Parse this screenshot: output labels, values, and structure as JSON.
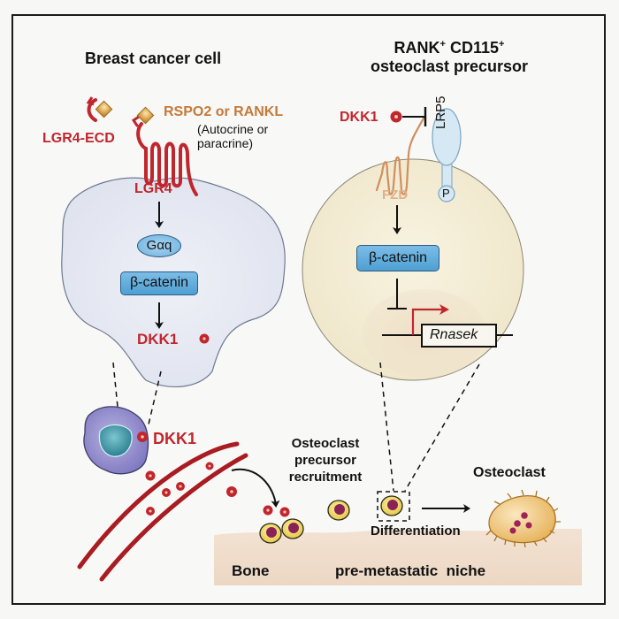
{
  "figure": {
    "type": "graphical-abstract",
    "panels": {
      "cancer_cell": {
        "title": "Breast cancer cell",
        "ligand_label": "RSPO2 or RANKL",
        "ligand_note_line1": "(Autocrine or",
        "ligand_note_line2": "paracrine)",
        "decoy_label": "LGR4-ECD",
        "receptor_label": "LGR4",
        "signal_1": "Gαq",
        "signal_2": "β-catenin",
        "output_label": "DKK1"
      },
      "precursor_cell": {
        "title_line1": "RANK",
        "title_sup1": "+",
        "title_mid": " CD115",
        "title_sup2": "+",
        "title_line2": "osteoclast precursor",
        "inhibitor_label": "DKK1",
        "coreceptor_label": "LRP5",
        "phospho_label": "P",
        "receptor_label": "FZD",
        "signal_label": "β-catenin",
        "gene_label": "Rnasek"
      },
      "bottom": {
        "secreted_label": "DKK1",
        "recruitment_line1": "Osteoclast",
        "recruitment_line2": "precursor",
        "recruitment_line3": "recruitment",
        "differentiation_label": "Differentiation",
        "osteoclast_label": "Osteoclast",
        "bone_label": "Bone",
        "niche_label": "pre-metastatic  niche"
      }
    },
    "colors": {
      "dkk1_red": "#c0262d",
      "fzd_brown": "#d08f5e",
      "signal_blue": "#5aa7da",
      "cancer_cell_fill": "#e8ebf3",
      "precursor_cell_fill": "#f4efdb",
      "bone_fill": "#f3e2d2",
      "vessel_red": "#a81c22"
    }
  }
}
